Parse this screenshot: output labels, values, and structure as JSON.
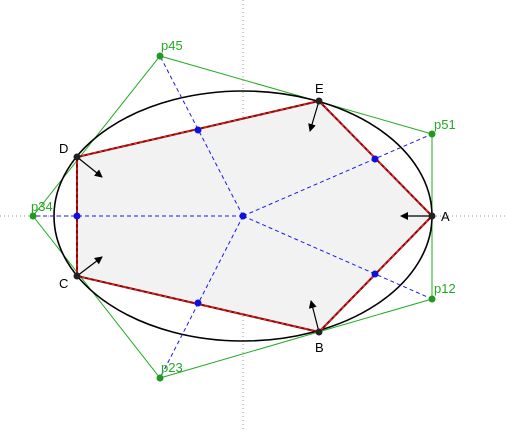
{
  "labels": {
    "vertices": {
      "A": "A",
      "B": "B",
      "C": "C",
      "D": "D",
      "E": "E"
    },
    "outer_points": {
      "p12": "p12",
      "p23": "p23",
      "p34": "p34",
      "p45": "p45",
      "p51": "p51"
    }
  },
  "colors": {
    "axis": "#9a9a9a",
    "ellipse": "#000000",
    "polygon_fill": "#f2f2f2",
    "polygon_edge": "#8b0000",
    "polygon_edge_dash": "#ff3030",
    "outer_polygon": "#22aa22",
    "outer_point": "#1f9a1f",
    "outer_label": "#22aa22",
    "construction": "#1a1aee",
    "midpoint": "#1010dd",
    "vertex": "#222222",
    "arrow": "#000000"
  }
}
